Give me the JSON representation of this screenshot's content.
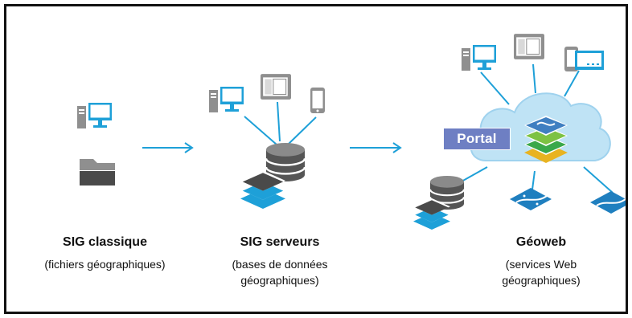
{
  "stages": [
    {
      "title": "SIG classique",
      "subtitle": "(fichiers géographiques)"
    },
    {
      "title": "SIG serveurs",
      "subtitle": "(bases de données géographiques)"
    },
    {
      "title": "Géoweb",
      "subtitle": "(services Web géographiques)"
    }
  ],
  "portal_label": "Portal",
  "colors": {
    "frame": "#111111",
    "accent_blue": "#1ea0d8",
    "device_gray": "#8f8f8f",
    "cloud": "#bfe3f5",
    "portal_badge": "#6e7fc3",
    "dark_layer": "#4a4a4a"
  },
  "icons": [
    "desktop-computer-icon",
    "folder-icon",
    "database-icon",
    "layer-stack-icon",
    "tablet-icon",
    "phone-icon",
    "cloud-icon",
    "map-layers-icon",
    "arrow-right-icon"
  ]
}
